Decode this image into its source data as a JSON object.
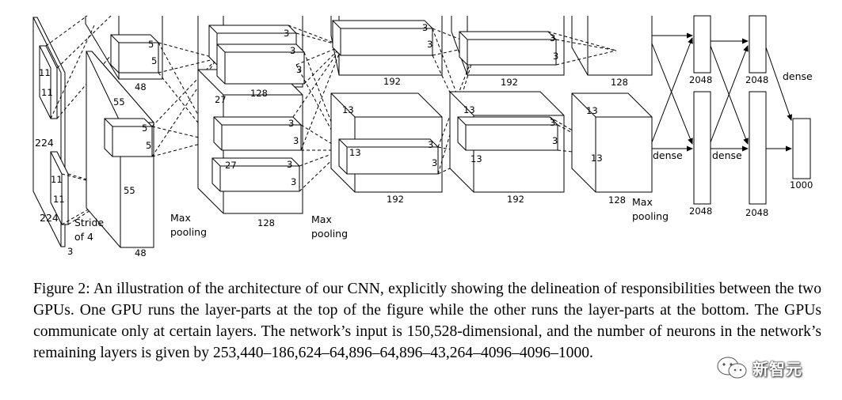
{
  "labels": {
    "input_h": "224",
    "input_w": "224",
    "input_d": "3",
    "k11a": "11",
    "k11b": "11",
    "k11c": "11",
    "k11d": "11",
    "stride_line1": "Stride",
    "stride_line2": "of 4",
    "c1_55a": "55",
    "c1_55b": "55",
    "c1_top_d": "48",
    "c1_bot_d": "48",
    "k5a": "5",
    "k5b": "5",
    "k5c": "5",
    "k5d": "5",
    "pool1_l1": "Max",
    "pool1_l2": "pooling",
    "c2_27a": "27",
    "c2_27b": "27",
    "c2_top_d": "128",
    "c2_bot_d": "128",
    "k3_c2_1": "3",
    "k3_c2_2": "3",
    "k3_c2_3": "3",
    "k3_c2_4": "3",
    "k3_c2_5": "3",
    "k3_c2_6": "3",
    "k3_c2_7": "3",
    "pool2_l1": "Max",
    "pool2_l2": "pooling",
    "c3_13a": "13",
    "c3_13b": "13",
    "c3_top_d": "192",
    "c3_bot_d": "192",
    "k3_c3_1": "3",
    "k3_c3_2": "3",
    "k3_c3_3": "3",
    "k3_c3_4": "3",
    "c4_13a": "13",
    "c4_13b": "13",
    "c4_top_d": "192",
    "c4_bot_d": "192",
    "k3_c4_1": "3",
    "k3_c4_2": "3",
    "k3_c4_3": "3",
    "k3_c4_4": "3",
    "c5_13a": "13",
    "c5_13b": "13",
    "c5_top_d": "128",
    "c5_bot_d": "128",
    "pool3_l1": "Max",
    "pool3_l2": "pooling",
    "fc1_top": "2048",
    "fc1_bot": "2048",
    "fc2_top": "2048",
    "fc2_bot": "2048",
    "out": "1000",
    "dense1": "dense",
    "dense2": "dense",
    "dense3": "dense"
  },
  "caption": {
    "label": "Figure 2:",
    "text": " An illustration of the architecture of our CNN, explicitly showing the delineation of responsibilities between the two GPUs. One GPU runs the layer-parts at the top of the figure while the other runs the layer-parts at the bottom. The GPUs communicate only at certain layers. The network’s input is 150,528-dimensional, and the number of neurons in the network’s remaining layers is given by 253,440–186,624–64,896–64,896–43,264–4096–4096–1000."
  },
  "watermark": {
    "text": "新智元"
  }
}
